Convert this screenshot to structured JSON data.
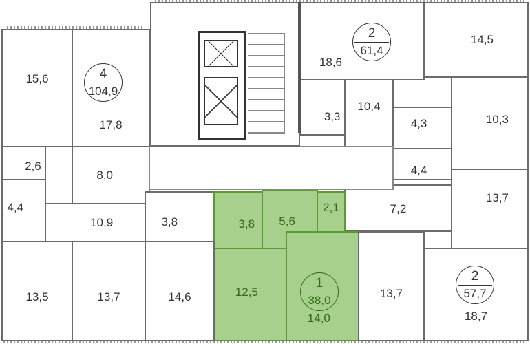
{
  "colors": {
    "highlight_fill": "#a8d08d",
    "highlight_text": "#2f6a12",
    "wall": "#555555"
  },
  "apartments": [
    {
      "rooms": "4",
      "area": "104,9"
    },
    {
      "rooms": "2",
      "area": "61,4"
    },
    {
      "rooms": "1",
      "area": "38,0"
    },
    {
      "rooms": "2",
      "area": "57,7"
    }
  ],
  "rooms": [
    "15,6",
    "17,8",
    "18,6",
    "14,5",
    "3,3",
    "10,4",
    "4,3",
    "10,3",
    "4,4",
    "13,7",
    "7,2",
    "2,6",
    "4,4",
    "8,0",
    "10,9",
    "3,8",
    "3,8",
    "5,6",
    "2,1",
    "12,5",
    "14,0",
    "13,7",
    "18,7",
    "13,5",
    "13,7",
    "14,6"
  ]
}
